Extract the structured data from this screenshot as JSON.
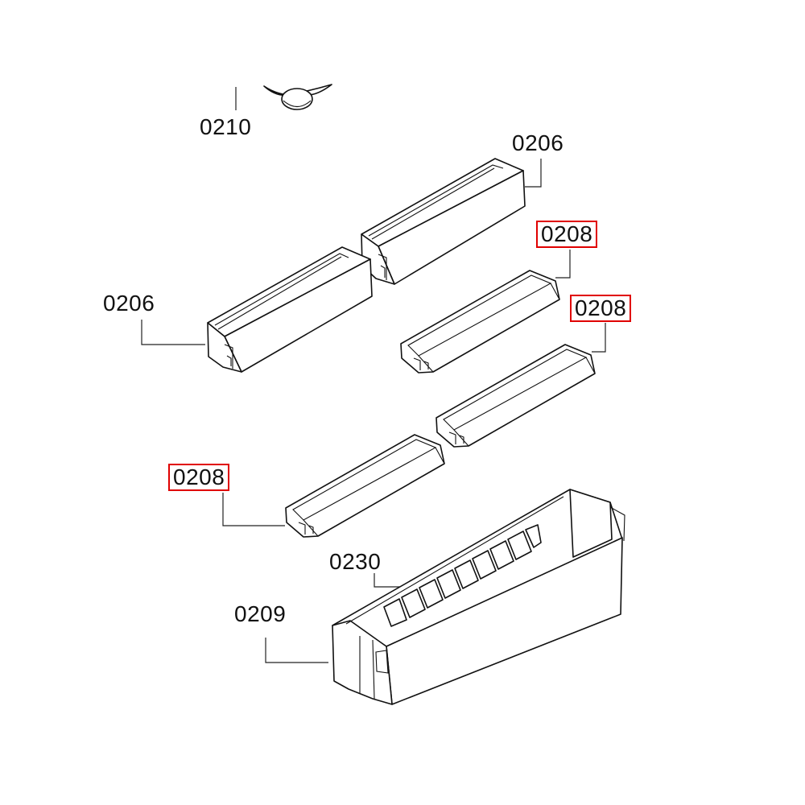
{
  "diagram": {
    "type": "exploded parts diagram",
    "callouts": [
      {
        "id": "clip",
        "label": "0210",
        "highlighted": false
      },
      {
        "id": "box-top",
        "label": "0206",
        "highlighted": false
      },
      {
        "id": "tray-a",
        "label": "0208",
        "highlighted": true
      },
      {
        "id": "box-left",
        "label": "0206",
        "highlighted": false
      },
      {
        "id": "tray-b",
        "label": "0208",
        "highlighted": true
      },
      {
        "id": "tray-c",
        "label": "0208",
        "highlighted": true
      },
      {
        "id": "hangers",
        "label": "0230",
        "highlighted": false
      },
      {
        "id": "bin",
        "label": "0209",
        "highlighted": false
      }
    ],
    "highlight_color": "#e00000"
  }
}
